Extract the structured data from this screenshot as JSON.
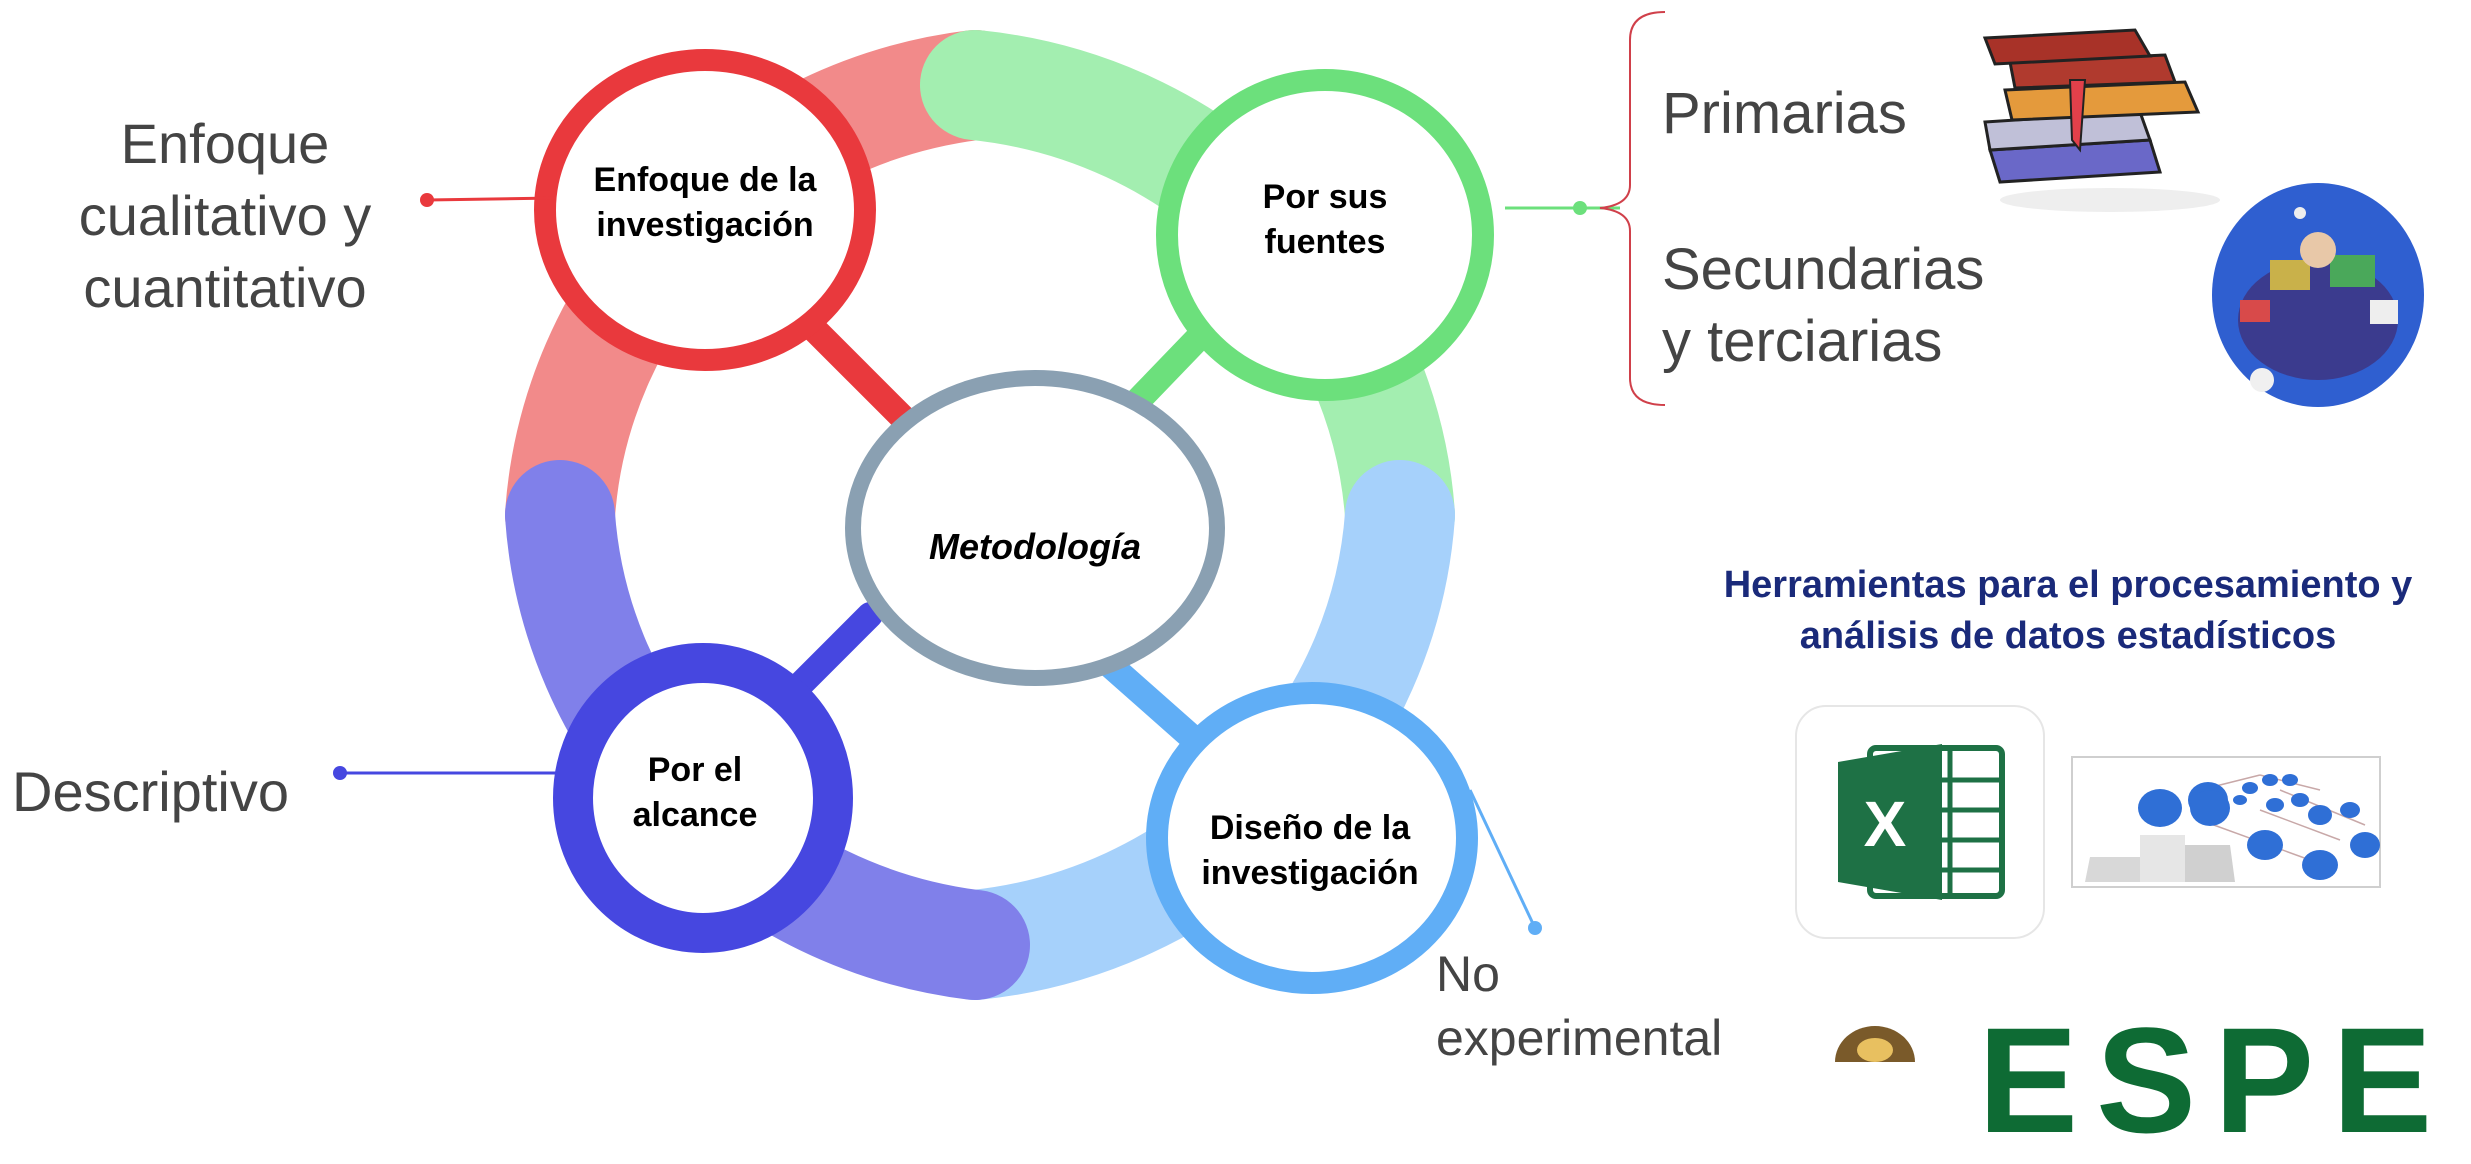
{
  "diagram": {
    "center": {
      "label": "Metodología",
      "color": "#8aa0b2"
    },
    "nodes": [
      {
        "id": "enfoque",
        "label": "Enfoque de la investigación",
        "color": "#e9393d",
        "ring_color": "#f28a8a"
      },
      {
        "id": "fuentes",
        "label": "Por sus fuentes",
        "color": "#6ce07c",
        "ring_color": "#a3eeb0"
      },
      {
        "id": "alcance",
        "label": "Por el alcance",
        "color": "#4647e0",
        "ring_color": "#8080ea"
      },
      {
        "id": "diseno",
        "label": "Diseño de la investigación",
        "color": "#60aef6",
        "ring_color": "#a6d1fb"
      }
    ],
    "outcomes": {
      "enfoque": "Enfoque cualitativo y cuantitativo",
      "alcance": "Descriptivo",
      "diseno": "No experimental",
      "fuentes_primary": "Primarias",
      "fuentes_secondary": "Secundarias y terciarias"
    }
  },
  "tools": {
    "heading": "Herramientas para el procesamiento y análisis de datos estadísticos",
    "excel_icon": "excel-logo",
    "network_icon": "ranking-network-graphic"
  },
  "institution": {
    "logo_text": "ESPE",
    "logo_color": "#0e6b34"
  },
  "images": {
    "books": "books-clipart",
    "sources": "researcher-clipart"
  }
}
